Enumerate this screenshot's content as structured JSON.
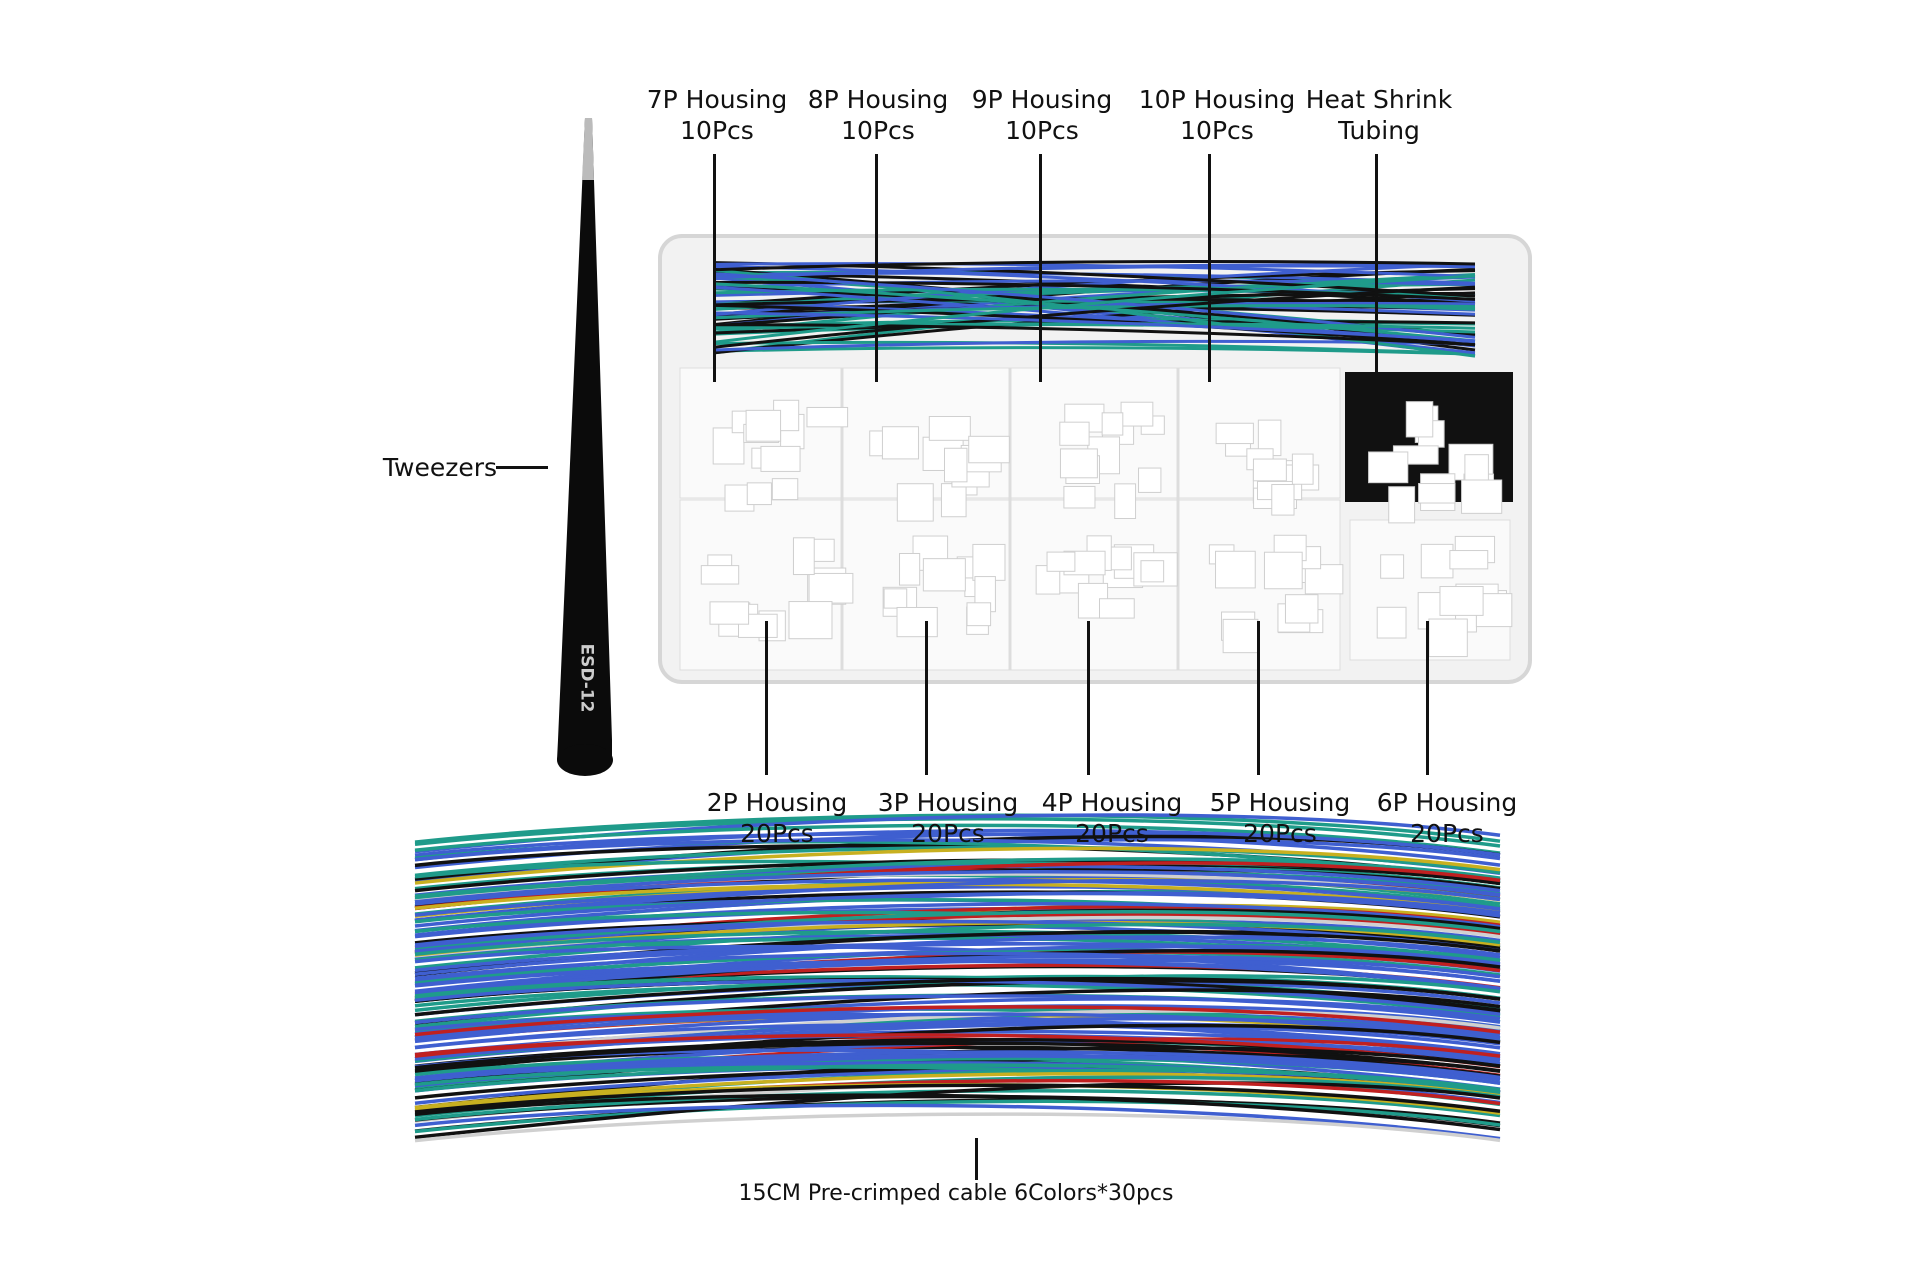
{
  "labels_top": [
    {
      "line1": "7P Housing",
      "line2": "10Pcs"
    },
    {
      "line1": "8P Housing",
      "line2": "10Pcs"
    },
    {
      "line1": "9P Housing",
      "line2": "10Pcs"
    },
    {
      "line1": "10P Housing",
      "line2": "10Pcs"
    },
    {
      "line1": "Heat Shrink",
      "line2": "Tubing"
    }
  ],
  "labels_bottom": [
    {
      "line1": "2P Housing",
      "line2": "20Pcs"
    },
    {
      "line1": "3P Housing",
      "line2": "20Pcs"
    },
    {
      "line1": "4P Housing",
      "line2": "20Pcs"
    },
    {
      "line1": "5P Housing",
      "line2": "20Pcs"
    },
    {
      "line1": "6P Housing",
      "line2": "20Pcs"
    }
  ],
  "tweezers_label": "Tweezers",
  "tweezers_marking": "ESD-12",
  "cable_caption": "15CM Pre-crimped cable 6Colors*30pcs",
  "wire_colors": [
    "#3f5fd0",
    "#1f9b8a",
    "#111111",
    "#d0d0d0",
    "#c8b020",
    "#c02020"
  ]
}
